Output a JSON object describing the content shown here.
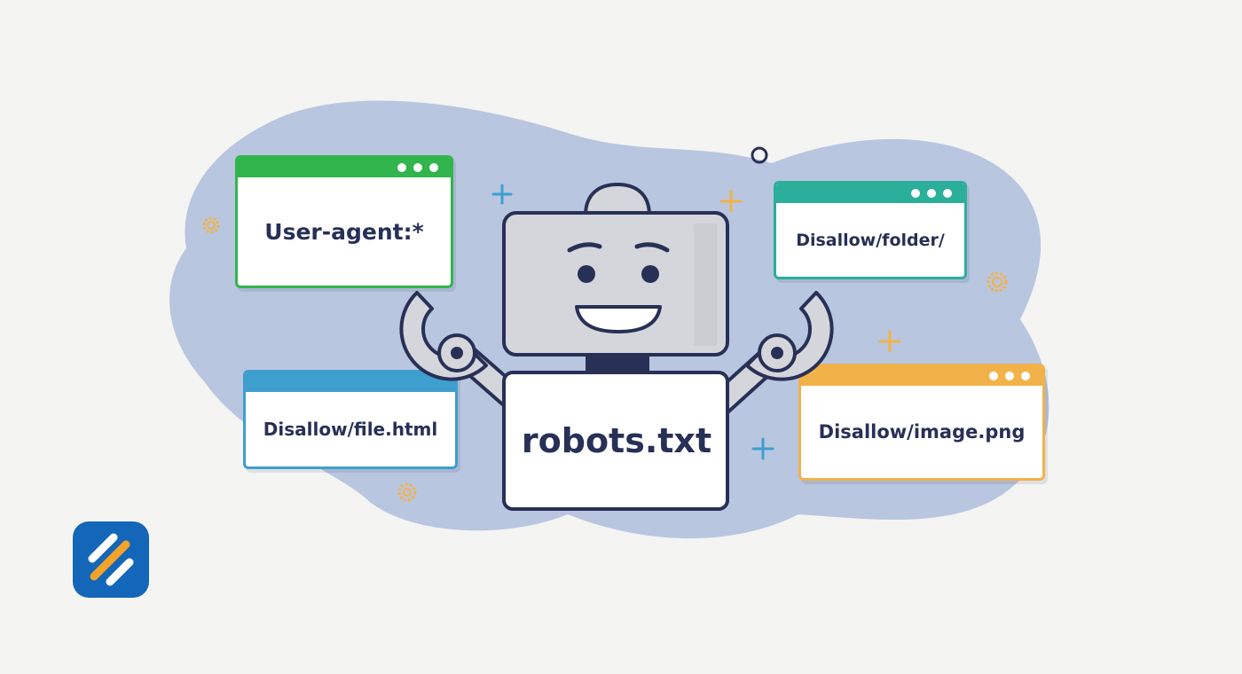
{
  "colors": {
    "background": "#f4f4f3",
    "blob": "#b9c6e0",
    "navy": "#283056",
    "robot_grey": "#d4d6db",
    "green": "#31b54c",
    "blue": "#3e9fcf",
    "teal": "#2bae9a",
    "orange": "#f2b24a",
    "logo_blue": "#1467b8",
    "logo_orange": "#f4a42a"
  },
  "windows": {
    "user_agent": {
      "text": "User-agent:*",
      "color": "#31b54c"
    },
    "file_html": {
      "text": "Disallow/file.html",
      "color": "#3e9fcf"
    },
    "folder": {
      "text": "Disallow/folder/",
      "color": "#2bae9a"
    },
    "image_png": {
      "text": "Disallow/image.png",
      "color": "#f2b24a"
    }
  },
  "robot": {
    "sign_text": "robots.txt"
  },
  "icons": {
    "decor": [
      "plus-icon",
      "circle-ring-icon",
      "gear-ring-icon"
    ],
    "logo": "brand-logo-icon"
  }
}
